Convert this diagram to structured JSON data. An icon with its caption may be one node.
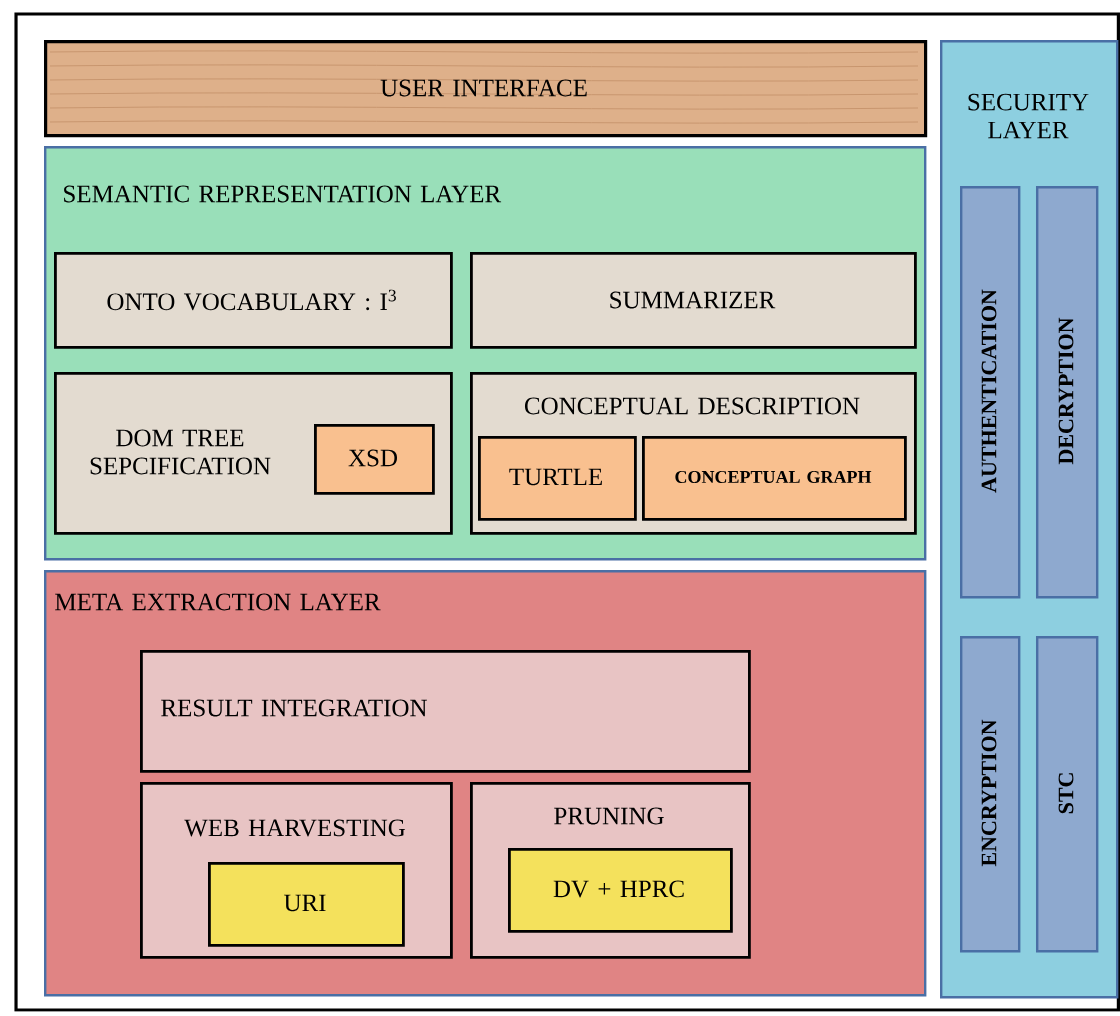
{
  "diagram": {
    "nodes": [
      {
        "text": [
          "USER INTERFACE"
        ]
      },
      {
        "text": [
          "SEMANTIC REPRESENTATION LAYER"
        ]
      },
      {
        "text": [
          "ONTO VOCABULARY : I$^{3}$"
        ],
        "in": 1
      },
      {
        "text": [
          "SUMMARIZER"
        ],
        "in": 1
      },
      {
        "text": [
          "DOM TREE SEPCIFICATION"
        ],
        "in": 1
      },
      {
        "text": [
          "XSD"
        ],
        "in": 4
      },
      {
        "text": [
          "CONCEPTUAL DESCRIPTION"
        ],
        "in": 1
      },
      {
        "text": [
          "TURTLE"
        ],
        "in": 6
      },
      {
        "text": [
          "CONCEPTUAL GRAPH"
        ],
        "in": 6
      },
      {
        "text": [
          "META EXTRACTION LAYER"
        ]
      },
      {
        "text": [
          "RESULT INTEGRATION"
        ],
        "in": 9
      },
      {
        "text": [
          "WEB HARVESTING"
        ],
        "in": 9
      },
      {
        "text": [
          "URI"
        ],
        "in": 11
      },
      {
        "text": [
          "PRUNING"
        ],
        "in": 9
      },
      {
        "text": [
          "DV + HPRC"
        ],
        "in": 13
      },
      {
        "text": [
          "SECURITY LAYER"
        ]
      },
      {
        "text": [
          "AUTHENTICATION"
        ],
        "in": 15
      },
      {
        "text": [
          "DECRYPTION"
        ],
        "in": 15
      },
      {
        "text": [
          "ENCRYPTION"
        ],
        "in": 15
      },
      {
        "text": [
          "STC"
        ],
        "in": 15
      }
    ]
  }
}
